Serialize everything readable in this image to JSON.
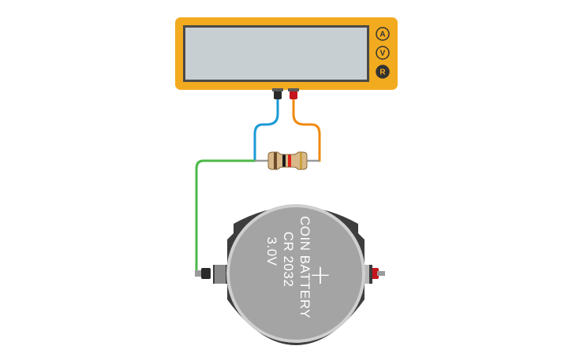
{
  "multimeter": {
    "display_value": "",
    "modes": [
      {
        "label": "A",
        "active": false
      },
      {
        "label": "V",
        "active": false
      },
      {
        "label": "R",
        "active": true
      }
    ],
    "body_color": "#f2ab1f",
    "screen_color": "#c8cfd2"
  },
  "battery": {
    "line1": "COIN BATTERY",
    "line2": "CR 2032",
    "line3": "3.0V",
    "polarity_symbol": "+"
  },
  "resistor": {
    "bands": [
      "#6b4a2a",
      "#1a1a1a",
      "#e0241b",
      "#c9a13b"
    ],
    "body_color": "#d9b98a"
  },
  "wires": {
    "black_probe_color": "#1a9ad6",
    "red_probe_color": "#f08a10",
    "ground_color": "#4cb848"
  },
  "colors": {
    "probe_black": "#2a2a2a",
    "probe_red": "#c4161c",
    "holder": "#3d3d3d",
    "coin": "#a4a4a4"
  }
}
